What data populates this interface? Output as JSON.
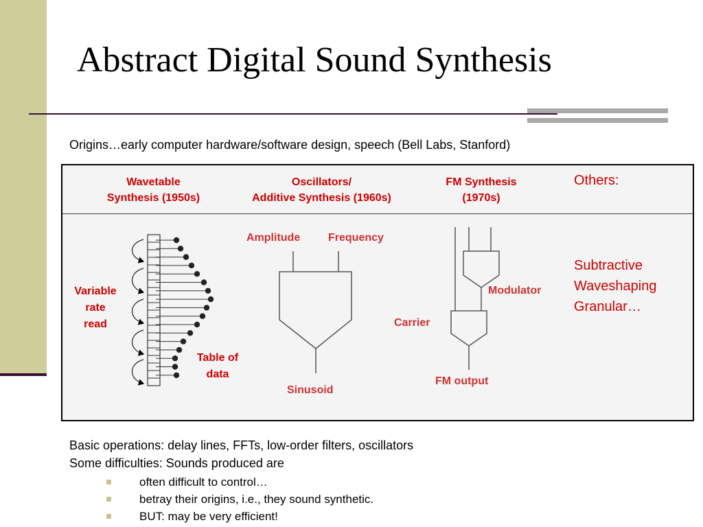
{
  "slide": {
    "title": "Abstract Digital Sound Synthesis",
    "origins": "Origins…early computer hardware/software design, speech (Bell Labs, Stanford)"
  },
  "panel": {
    "headers": {
      "wavetable": [
        "Wavetable",
        "Synthesis (1950s)"
      ],
      "oscillators": [
        "Oscillators/",
        "Additive Synthesis (1960s)"
      ],
      "fm": [
        "FM Synthesis",
        "(1970s)"
      ],
      "others": "Others:"
    },
    "wavetable": {
      "read_label": [
        "Variable",
        "rate",
        "read"
      ],
      "table_label": [
        "Table of",
        "data"
      ]
    },
    "oscillator": {
      "amplitude": "Amplitude",
      "frequency": "Frequency",
      "output": "Sinusoid"
    },
    "fm": {
      "modulator": "Modulator",
      "carrier": "Carrier",
      "output": "FM output"
    },
    "others_list": [
      "Subtractive",
      "Waveshaping",
      "Granular…"
    ]
  },
  "notes": {
    "lines": [
      "Basic operations: delay lines, FFTs, low-order filters, oscillators",
      "Some difficulties: Sounds produced are"
    ],
    "bullets": [
      "often difficult to control…",
      "betray their origins, i.e., they sound synthetic.",
      "BUT: may be very efficient!"
    ]
  },
  "colors": {
    "accent_red": "#cc0000",
    "label_red": "#cc3333",
    "sidebar": "#cfcd9a",
    "rule": "#3a1030"
  }
}
